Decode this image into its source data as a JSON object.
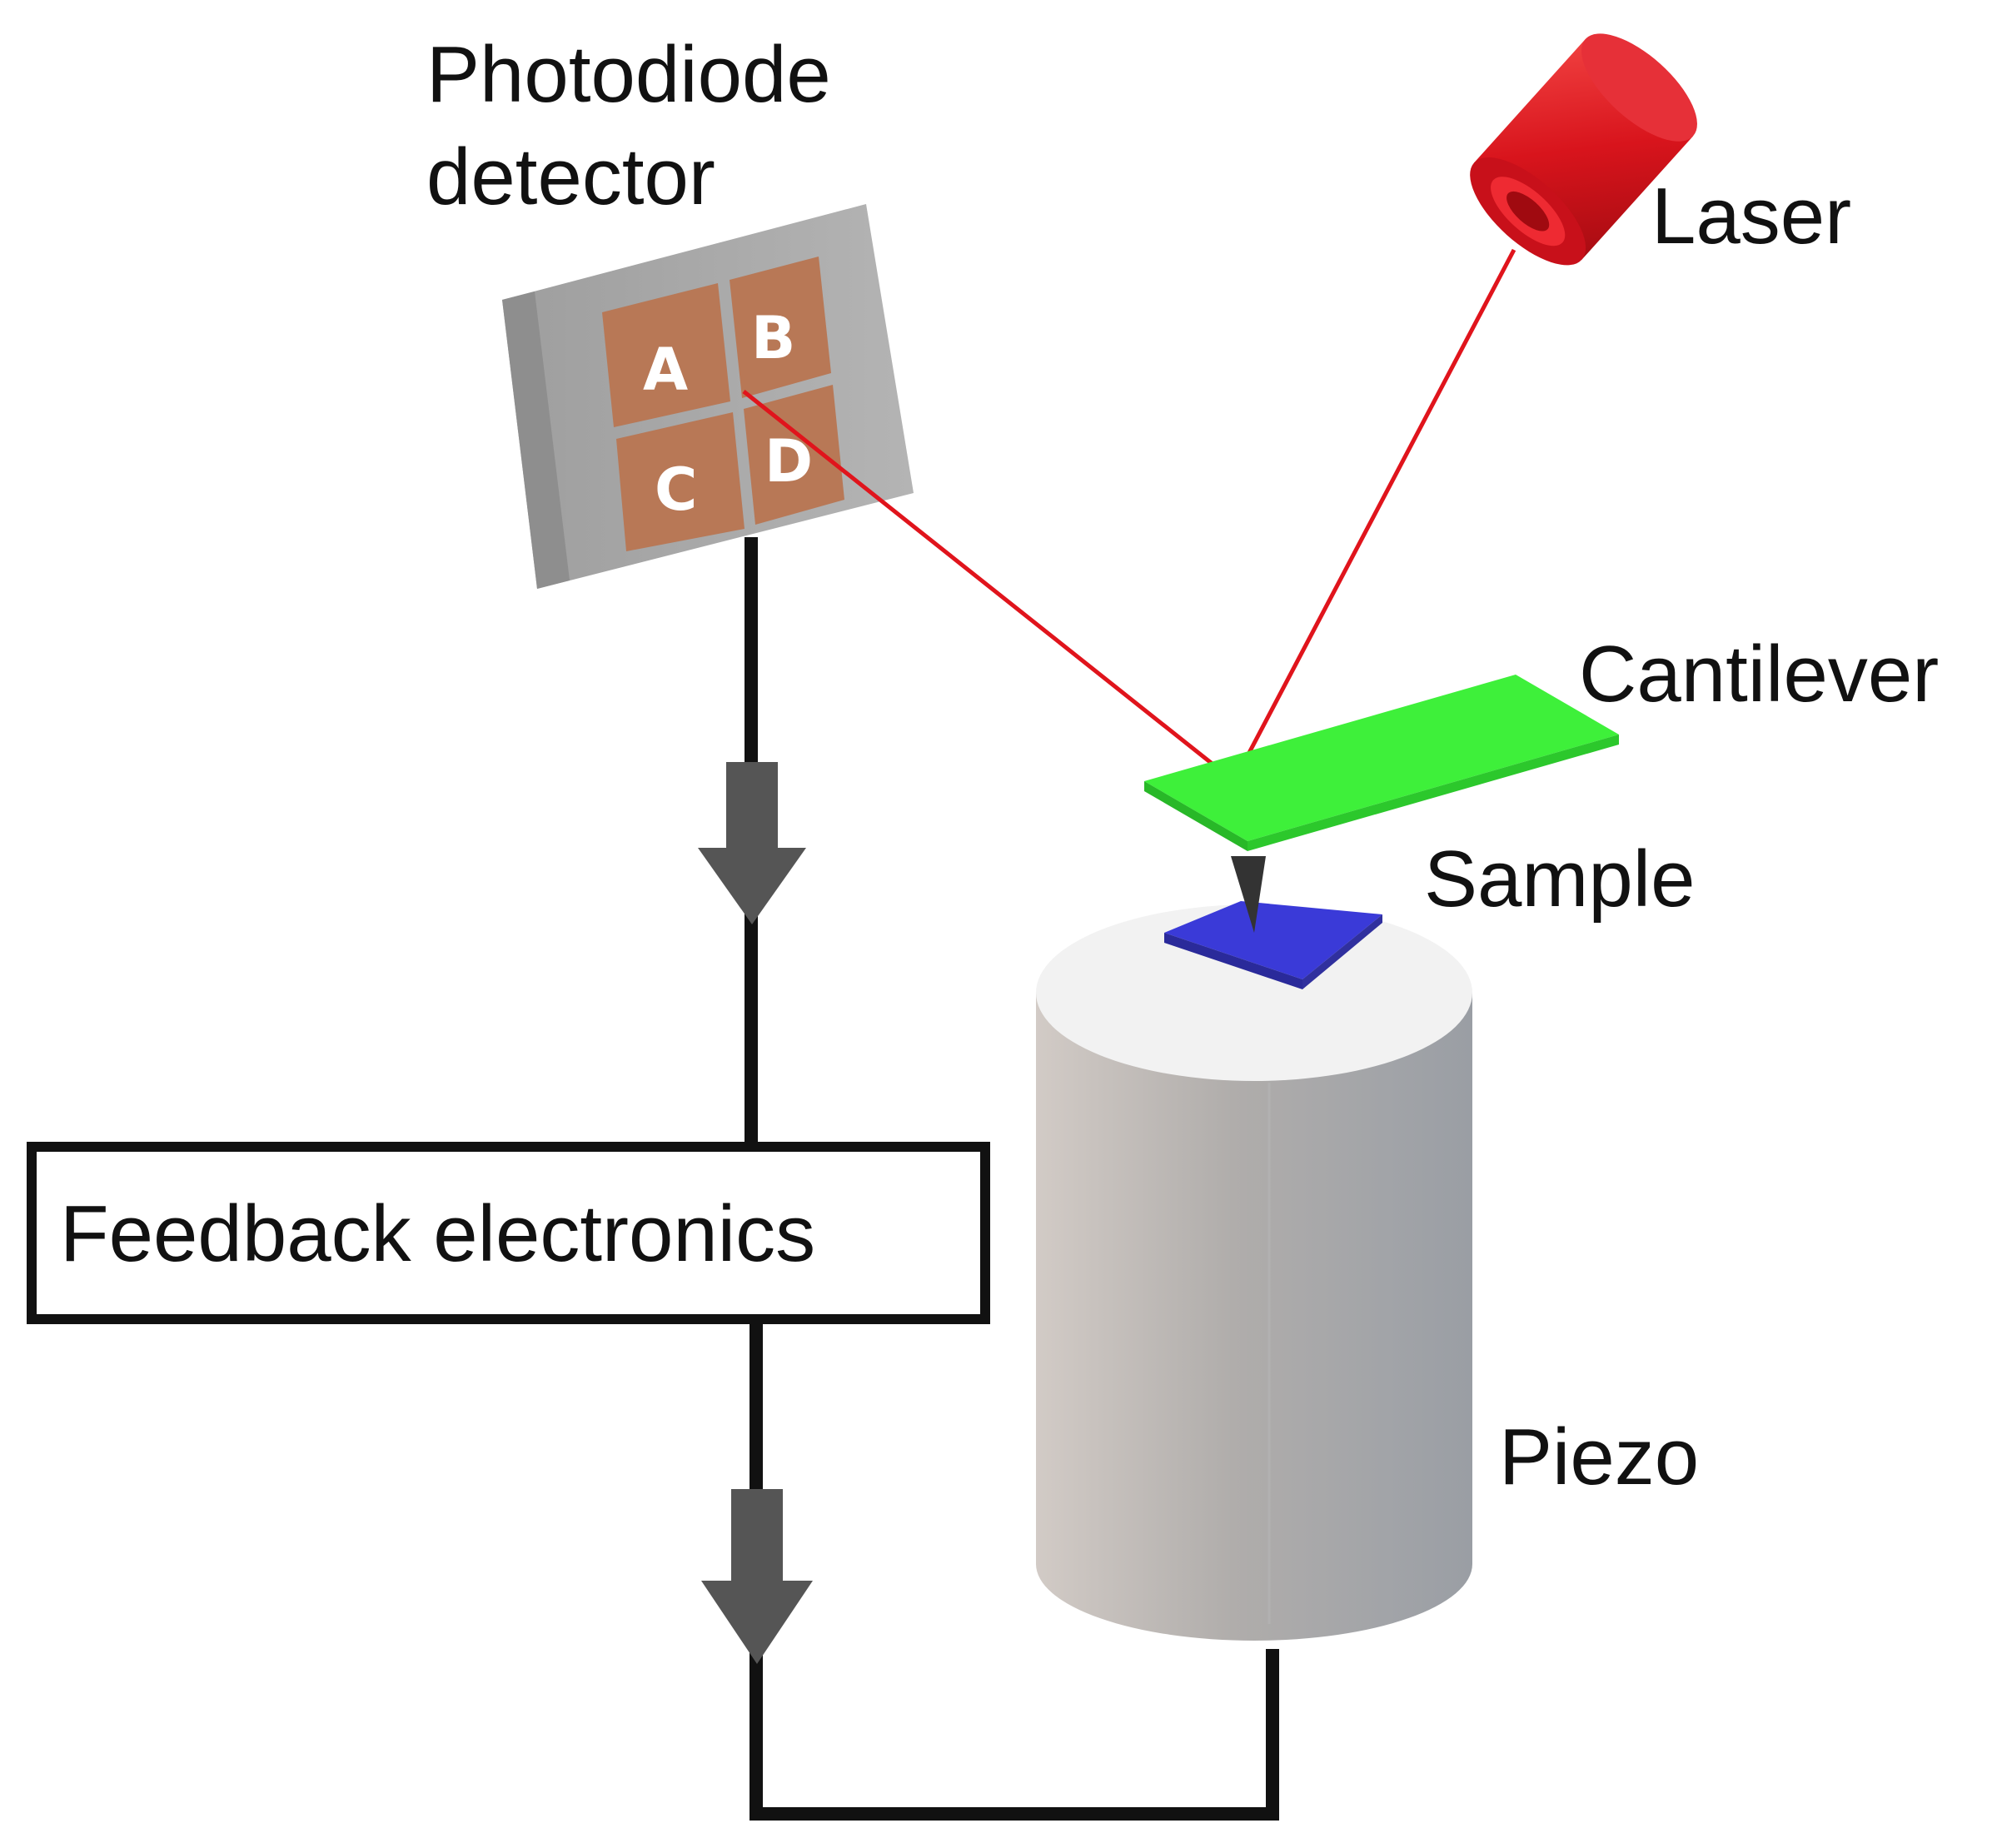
{
  "labels": {
    "photodiode_line1": "Photodiode",
    "photodiode_line2": "detector",
    "laser": "Laser",
    "cantilever": "Cantilever",
    "sample": "Sample",
    "piezo": "Piezo",
    "feedback": "Feedback electronics"
  },
  "quadrants": {
    "a": "A",
    "b": "B",
    "c": "C",
    "d": "D"
  },
  "colors": {
    "laser_body": "#d8141c",
    "laser_beam": "#e0141c",
    "cantilever": "#3ef03a",
    "sample": "#3a3ad8",
    "detector_plate": "#a8a8a8",
    "quadrant": "#b87856",
    "piezo_body": "#a6a6a6",
    "piezo_top": "#f2f2f2",
    "arrow": "#555555",
    "wire": "#111111"
  }
}
